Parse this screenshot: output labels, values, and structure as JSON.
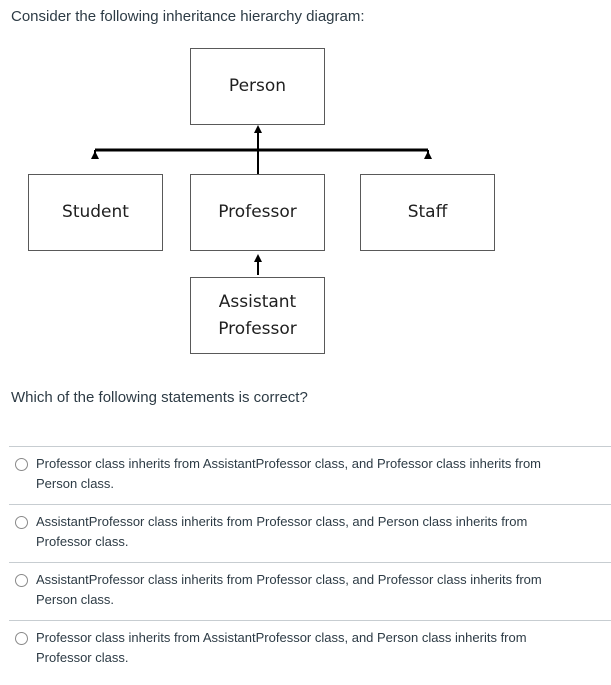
{
  "intro": "Consider the following inheritance hierarchy diagram:",
  "diagram": {
    "person": "Person",
    "student": "Student",
    "professor": "Professor",
    "staff": "Staff",
    "assistant_line1": "Assistant",
    "assistant_line2": "Professor"
  },
  "question": "Which of the following statements is correct?",
  "answers": [
    "Professor class inherits from AssistantProfessor class, and Professor class inherits from Person class.",
    "AssistantProfessor class inherits from Professor class, and Person class inherits from Professor class.",
    "AssistantProfessor class inherits from Professor class, and Professor class inherits from Person class.",
    "Professor class inherits from AssistantProfessor class, and Person class inherits from Professor class."
  ]
}
